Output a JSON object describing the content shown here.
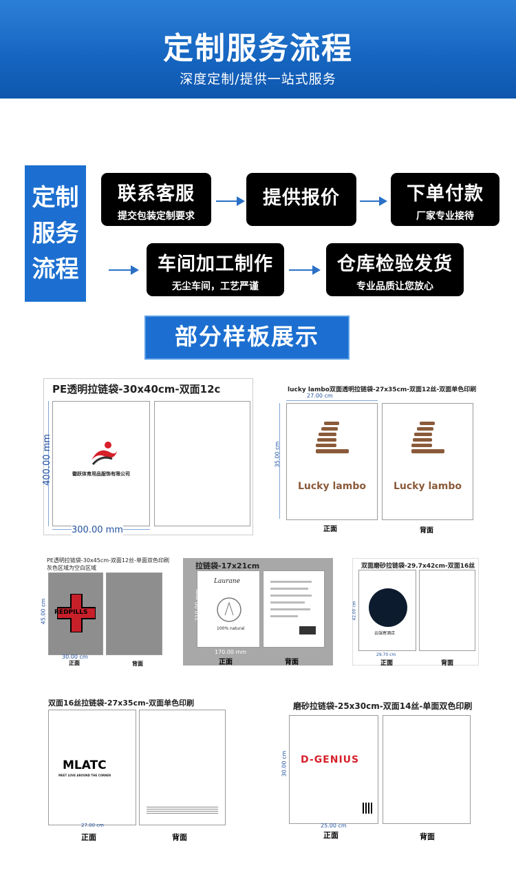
{
  "banner": {
    "title": "定制服务流程",
    "subtitle": "深度定制/提供一站式服务"
  },
  "process": {
    "label_lines": [
      "定制",
      "服务",
      "流程"
    ],
    "steps": [
      {
        "title": "联系客服",
        "sub": "提交包装定制要求"
      },
      {
        "title": "提供报价",
        "sub": ""
      },
      {
        "title": "下单付款",
        "sub": "厂家专业接待"
      },
      {
        "title": "车间加工制作",
        "sub": "无尘车间，工艺严谨"
      },
      {
        "title": "仓库检验发货",
        "sub": "专业品质让您放心"
      }
    ],
    "accent": "#1c6fd0"
  },
  "samples_title": "部分样板展示",
  "cards": [
    {
      "title": "PE透明拉链袋-30x40cm-双面12c",
      "width_dim": "300.00 mm",
      "height_dim": "400.00 mm",
      "logo_text": "徽跃体育用品服饰有限公司"
    },
    {
      "title": "lucky lambo双面透明拉链袋-27x35cm-双面12丝-双面单色印刷",
      "width_dim": "27.00 cm",
      "height_dim": "35.00 cm",
      "front": "正面",
      "back": "背面",
      "logo_text": "Lucky lambo",
      "logo_color": "#8a5a3a"
    },
    {
      "title": "PE透明拉链袋-30x45cm-双面12丝-单面双色印刷",
      "note": "灰色区域为空白区域",
      "width_dim": "30.00 cm",
      "height_dim": "45.00 cm",
      "front": "正面",
      "back": "背面",
      "logo_text": "REDPILLS"
    },
    {
      "title": "拉链袋-17x21cm",
      "width_dim": "170.00 mm",
      "height_dim": "210.00 mm",
      "front": "正面",
      "back": "背面",
      "logo_text": "Laurane",
      "logo_sub": "100% natural"
    },
    {
      "title": "双面磨砂拉链袋-29.7x42cm-双面16丝",
      "width_dim": "29.70 cm",
      "height_dim": "42.00 cm",
      "front": "正面",
      "back": "背面",
      "logo_text": "云端寄酒店"
    },
    {
      "title": "双面16丝拉链袋-27x35cm-双面单色印刷",
      "width_dim": "27.00 cm",
      "front": "正面",
      "back": "背面",
      "logo_text": "MLATC",
      "logo_sub": "MEET LOVE AROUND THE CORNER"
    },
    {
      "title": "磨砂拉链袋-25x30cm-双面14丝-单面双色印刷",
      "width_dim": "25.00 cm",
      "height_dim": "30.00 cm",
      "front": "正面",
      "back": "背面",
      "logo_text": "D-GENIUS",
      "logo_color": "#d6202a"
    }
  ]
}
